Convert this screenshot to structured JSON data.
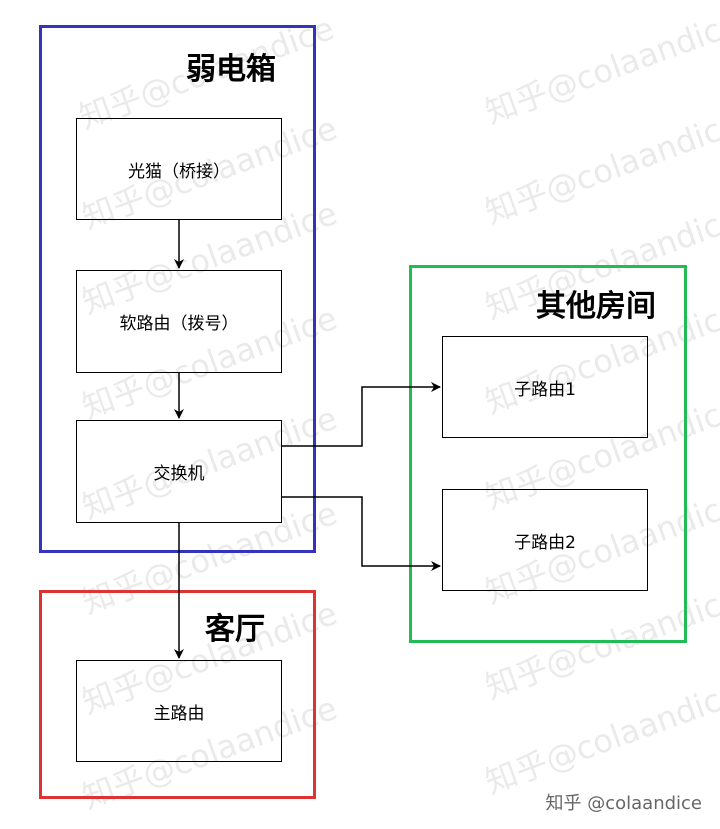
{
  "groups": {
    "weak_box": {
      "title": "弱电箱",
      "color": "#3333bb"
    },
    "other_rooms": {
      "title": "其他房间",
      "color": "#22bb55"
    },
    "living_room": {
      "title": "客厅",
      "color": "#dd3333"
    }
  },
  "nodes": {
    "optical_modem": "光猫（桥接）",
    "soft_router": "软路由（拨号）",
    "switch": "交换机",
    "sub_router_1": "子路由1",
    "sub_router_2": "子路由2",
    "main_router": "主路由"
  },
  "watermark_text": "知乎@colaandice",
  "signature": "知乎 @colaandice"
}
